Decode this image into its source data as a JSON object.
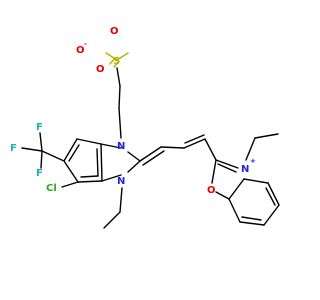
{
  "molecule": {
    "atom_labels": {
      "sulfonate_o_minus": "O",
      "sulfonate_o_top": "O",
      "sulfonate_o_bottom": "O",
      "sulfur": "S",
      "n_upper": "N",
      "n_lower": "N",
      "fluorine_1": "F",
      "fluorine_2": "F",
      "fluorine_3": "F",
      "chlorine": "Cl",
      "n_plus": "N",
      "oxazole_o": "O"
    },
    "charges": {
      "minus": "-",
      "plus": "+"
    },
    "colors": {
      "carbon": "#000000",
      "nitrogen": "#2323e6",
      "oxygen": "#e60000",
      "sulfur": "#b3b300",
      "chlorine": "#1fb01f",
      "fluorine": "#23b0b0"
    }
  }
}
